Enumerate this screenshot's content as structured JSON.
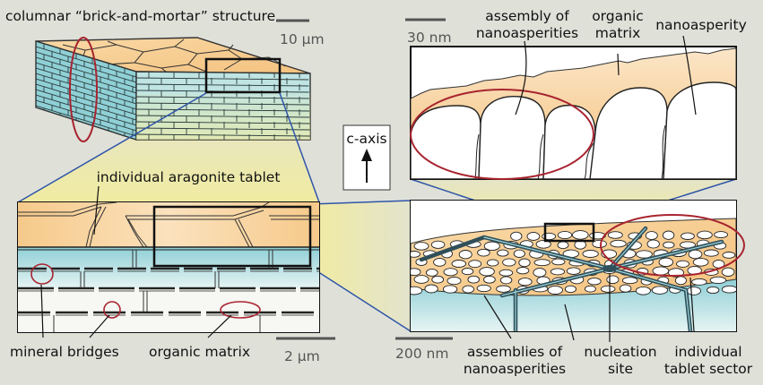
{
  "title": "columnar “brick-and-mortar” structure",
  "labels": {
    "individual_tablet": "individual aragonite tablet",
    "mineral_bridges": "mineral bridges",
    "organic_matrix_bottom": "organic matrix",
    "c_axis": "c-axis",
    "assembly_line1": "assembly of",
    "assembly_line2": "nanoasperities",
    "organic_matrix_top_line1": "organic",
    "organic_matrix_top_line2": "matrix",
    "nanoasperity": "nanoasperity",
    "assemblies_line1": "assemblies of",
    "assemblies_line2": "nanoasperities",
    "nucleation_line1": "nucleation",
    "nucleation_line2": "site",
    "sector_line1": "individual",
    "sector_line2": "tablet sector"
  },
  "scale_bars": {
    "block": "10 µm",
    "section": "2 µm",
    "top_right": "30 nm",
    "bottom_right": "200 nm"
  },
  "colors": {
    "background": "#dfe1d9",
    "aragonite_orange": "#f6c98a",
    "aragonite_light": "#fdf0dc",
    "organic_teal": "#9fd4d9",
    "highlight_ellipse": "#a8242f",
    "zoom_lines": "#2f55a8",
    "zoom_beam": "#f2ec9e"
  }
}
